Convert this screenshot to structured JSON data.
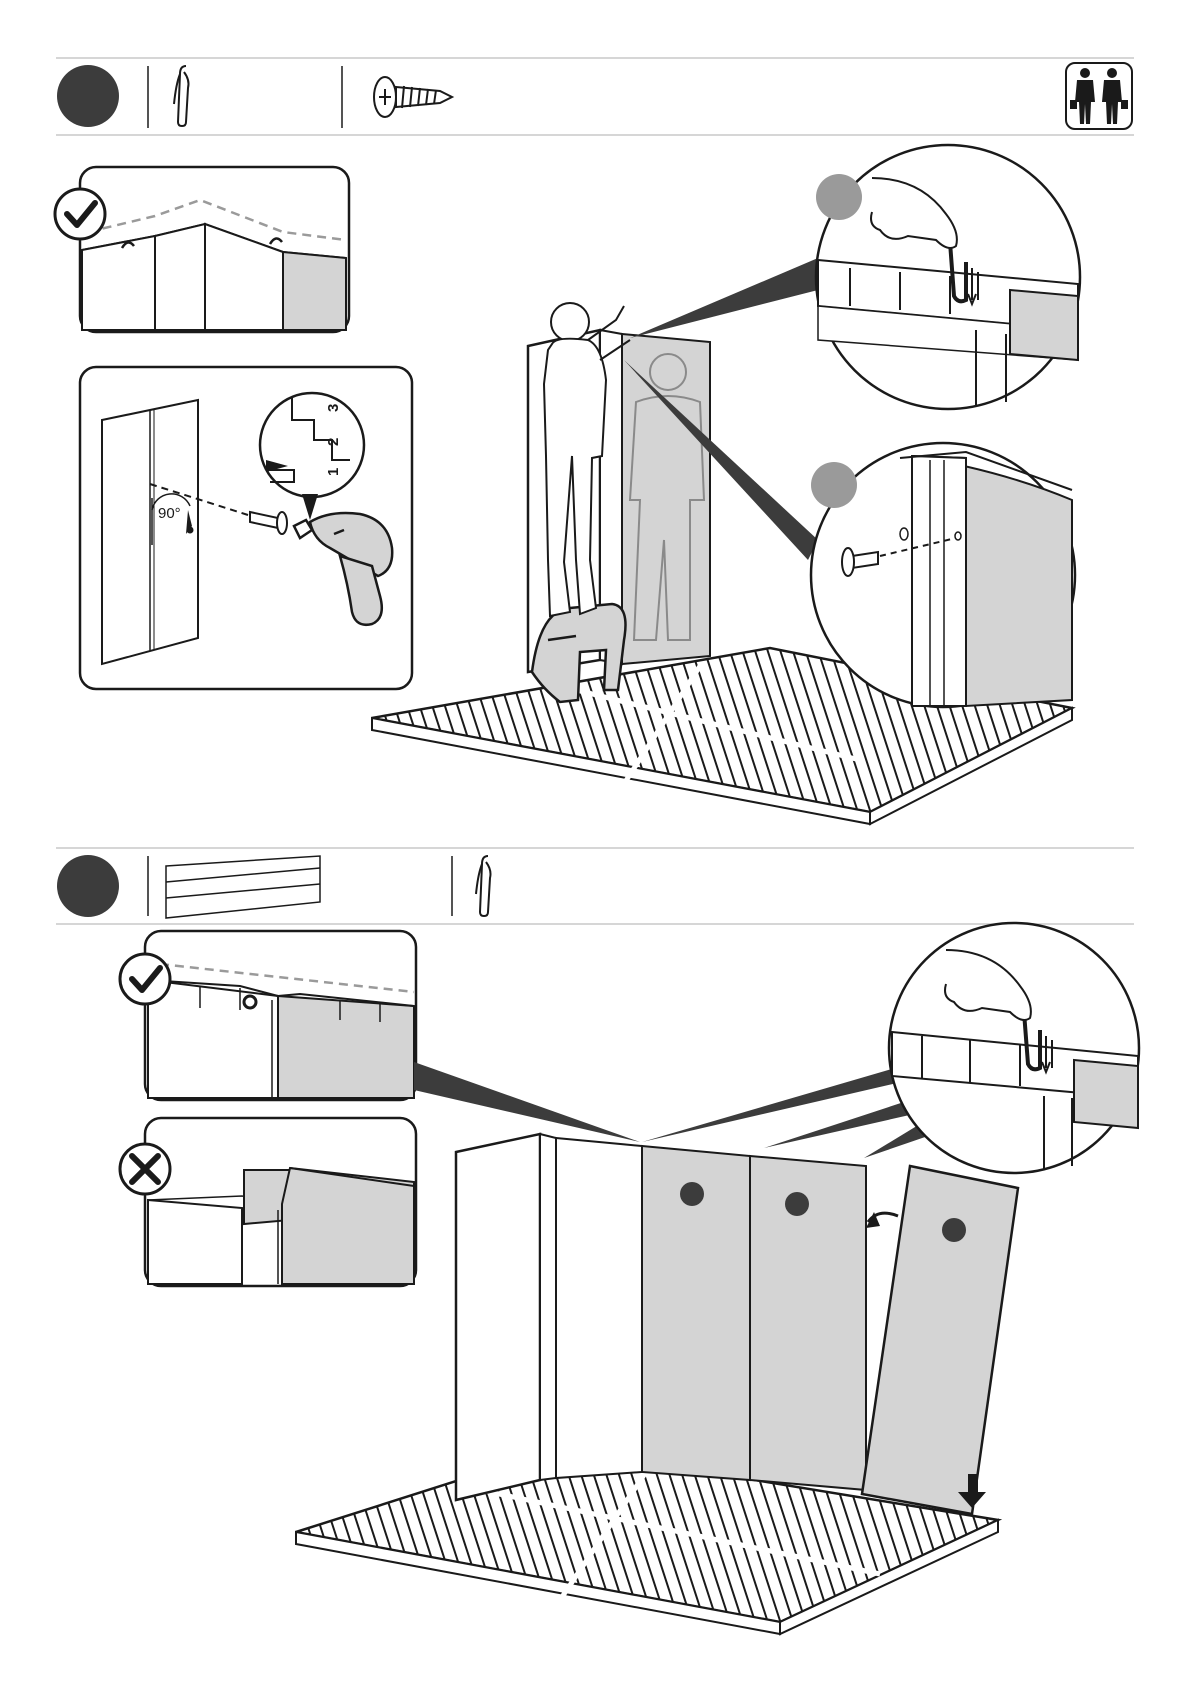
{
  "steps": [
    {
      "id": "step-top",
      "parts": [
        "clip-icon",
        "screw-icon"
      ],
      "crew": "two-person-icon",
      "callouts": [
        {
          "kind": "correct",
          "icon": "checkmark-icon"
        },
        {
          "kind": "drill",
          "depth_labels": [
            "1",
            "2",
            "3"
          ],
          "angle_label": "90°"
        }
      ]
    },
    {
      "id": "step-bottom",
      "parts": [
        "wall-panel-icon",
        "clip-icon"
      ],
      "callouts": [
        {
          "kind": "correct",
          "icon": "checkmark-icon"
        },
        {
          "kind": "wrong",
          "icon": "cross-icon"
        }
      ]
    }
  ],
  "colors": {
    "ink": "#1a1a1a",
    "panel_grey": "#d4d4d4",
    "badge": "#3c3c3c",
    "badge_light": "#9a9a9a",
    "rule": "#c8c8c8"
  }
}
